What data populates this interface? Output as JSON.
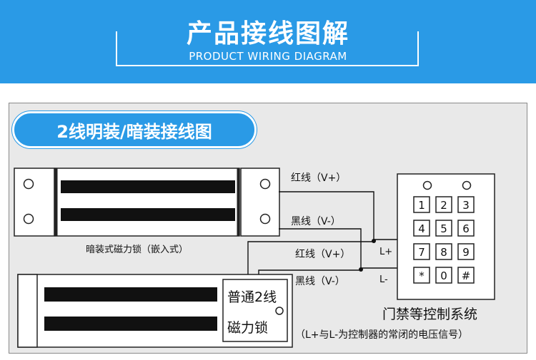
{
  "header": {
    "title": "产品接线图解",
    "subtitle": "PRODUCT WIRING DIAGRAM"
  },
  "section": {
    "title": "2线明装/暗装接线图"
  },
  "recessed_lock": {
    "caption": "暗装式磁力锁（嵌入式）"
  },
  "surface_lock": {
    "label_line1": "普通2线",
    "label_line2": "磁力锁"
  },
  "wires": {
    "top_red": "红线（V+）",
    "top_black": "黑线（V-）",
    "bottom_red": "红线（V+）",
    "bottom_black": "黑线（V-）",
    "terminal_plus": "L+",
    "terminal_minus": "L-"
  },
  "keypad": {
    "keys": [
      "1",
      "2",
      "3",
      "4",
      "5",
      "6",
      "7",
      "8",
      "9",
      "*",
      "0",
      "#"
    ]
  },
  "controller": {
    "title": "门禁等控制系统",
    "note": "（L+与L-为控制器的常闭的电压信号）"
  },
  "colors": {
    "header_blue": "#2a9ae6",
    "panel_gray": "#e9e9e9",
    "line": "#111111"
  }
}
